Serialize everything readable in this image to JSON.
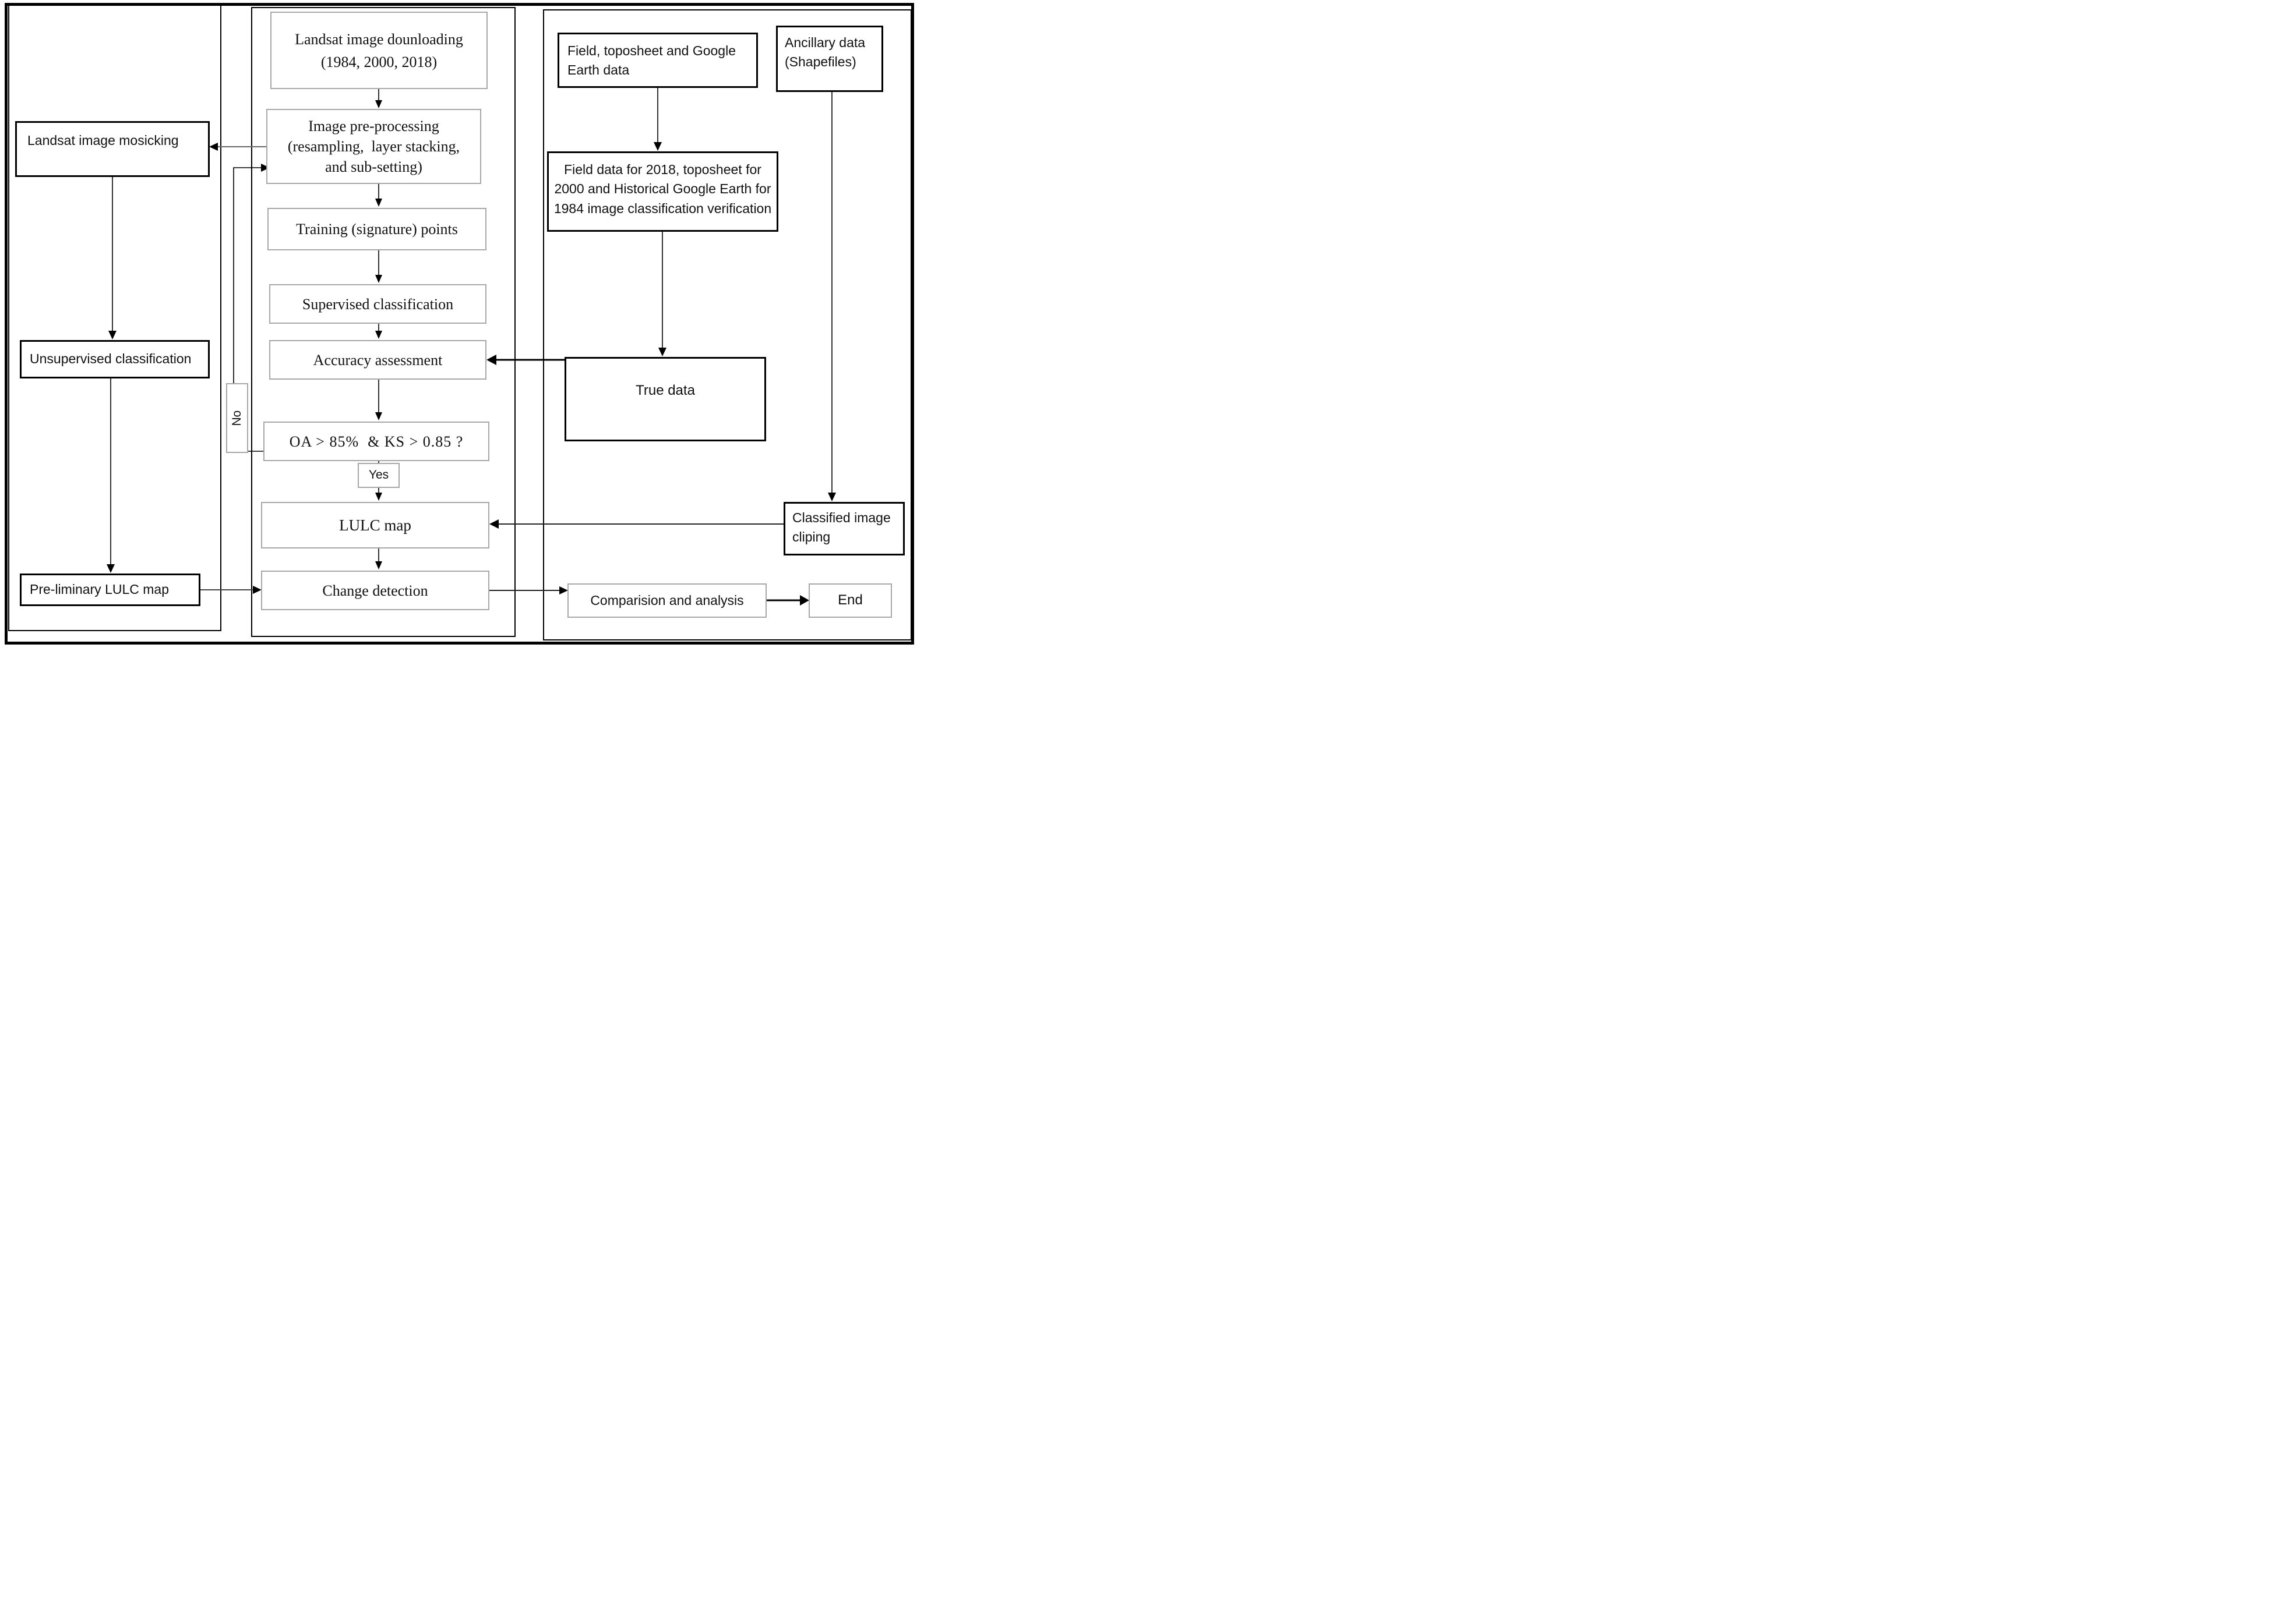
{
  "figure": {
    "type": "flowchart",
    "description": "Land use / land cover (LULC) classification and change detection methodology flowchart"
  },
  "colors": {
    "background": "#ffffff",
    "outer_border": "#000000",
    "container_border": "#000000",
    "gray_box_border": "#a8a8a8",
    "black_box_border": "#000000",
    "connector": "#000000",
    "connector_gray": "#666666",
    "text": "#111111"
  },
  "nodes": {
    "download": {
      "label": "Landsat image dounloading\n(1984, 2000, 2018)"
    },
    "preprocessing": {
      "label": "Image pre-processing\n(resampling,  layer stacking,\nand sub-setting)"
    },
    "training": {
      "label": "Training (signature) points"
    },
    "supervised": {
      "label": "Supervised classification"
    },
    "accuracy": {
      "label": "Accuracy assessment"
    },
    "decision": {
      "label": "OA > 85%  & KS > 0.85 ?"
    },
    "yes": {
      "label": "Yes"
    },
    "no": {
      "label": "No"
    },
    "lulc": {
      "label": "LULC map"
    },
    "change": {
      "label": "Change detection"
    },
    "mosaicking": {
      "label": "Landsat image mosicking"
    },
    "unsupervised": {
      "label": "Unsupervised classification"
    },
    "preliminary": {
      "label": "Pre-liminary LULC map"
    },
    "field_google": {
      "label": "Field, toposheet and Google\nEarth data"
    },
    "ancillary": {
      "label": "Ancillary data\n(Shapefiles)"
    },
    "verification": {
      "label": "Field data for 2018, toposheet for\n2000 and Historical Google Earth for\n1984 image classification verification"
    },
    "truedata": {
      "label": "True data"
    },
    "clipping": {
      "label": "Classified image\ncliping"
    },
    "comparison": {
      "label": "Comparision and analysis"
    },
    "end": {
      "label": "End"
    }
  }
}
